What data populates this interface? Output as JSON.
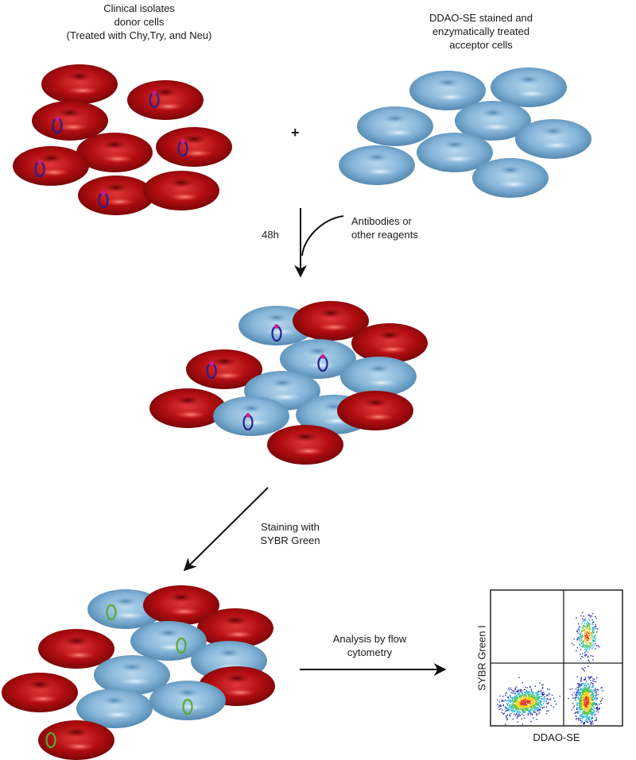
{
  "donor_label": [
    "Clinical isolates",
    "donor cells",
    "(Treated with Chy,Try, and Neu)"
  ],
  "acceptor_label": [
    "DDAO-SE stained and",
    "enzymatically treated",
    "acceptor cells"
  ],
  "plus_sign": "+",
  "incubation_time": "48h",
  "reagents_label": [
    "Antibodies or",
    "other reagents"
  ],
  "staining_label": [
    "Staining with",
    "SYBR Green"
  ],
  "analysis_label": [
    "Analysis by flow",
    "cytometry"
  ],
  "flow_plot": {
    "ylabel": "SYBR Green I",
    "xlabel": "DDAO-SE"
  },
  "colors": {
    "donor_rbc": "#a3090b",
    "acceptor_rbc": "#7fb2d6",
    "parasite_ring": "#2a1f8a",
    "parasite_dot": "#d1198a",
    "sybr_ring": "#5aa832",
    "arrow": "#111111"
  }
}
